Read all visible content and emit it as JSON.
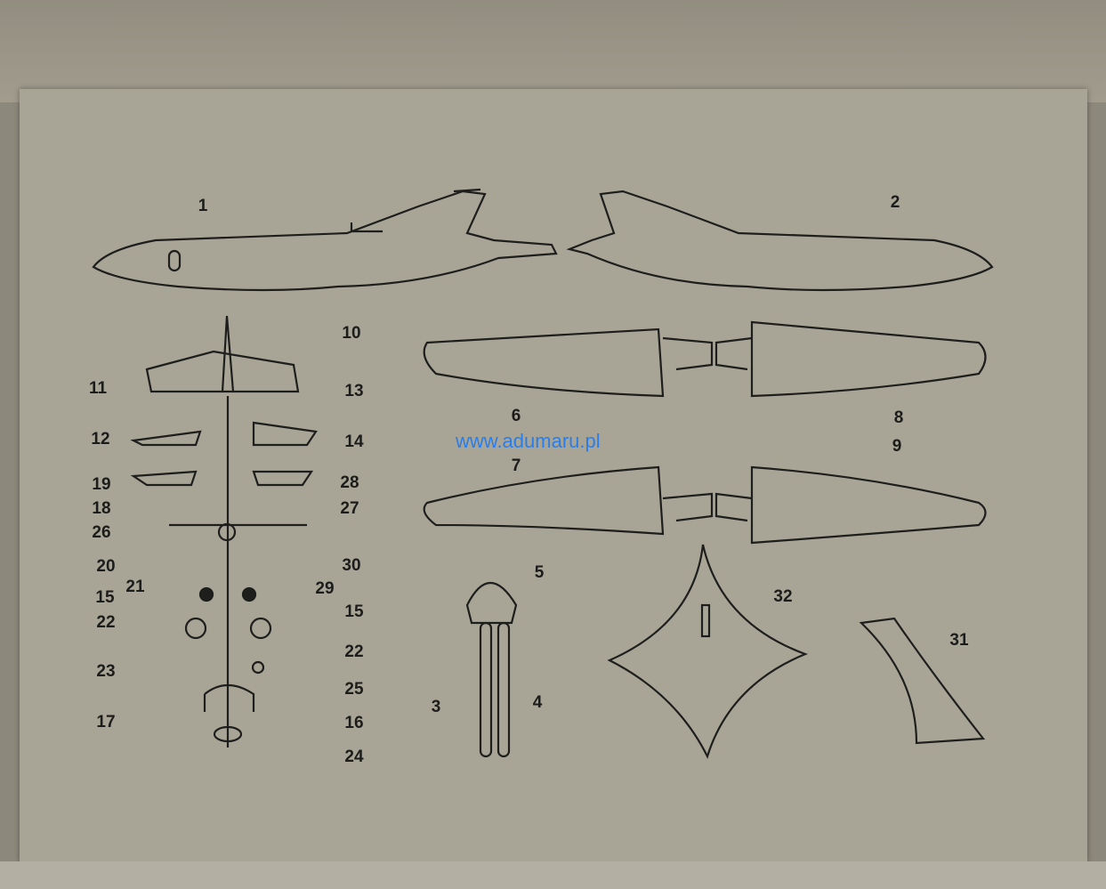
{
  "watermark": "www.adumaru.pl",
  "labels": {
    "p1": "1",
    "p2": "2",
    "p3": "3",
    "p4": "4",
    "p5": "5",
    "p6": "6",
    "p7": "7",
    "p8": "8",
    "p9": "9",
    "p10": "10",
    "p11": "11",
    "p12": "12",
    "p13": "13",
    "p14": "14",
    "p15a": "15",
    "p15b": "15",
    "p16": "16",
    "p17": "17",
    "p18": "18",
    "p19": "19",
    "p20": "20",
    "p21": "21",
    "p22a": "22",
    "p22b": "22",
    "p23": "23",
    "p24": "24",
    "p25": "25",
    "p26": "26",
    "p27": "27",
    "p28": "28",
    "p29": "29",
    "p30": "30",
    "p31": "31",
    "p32": "32"
  }
}
